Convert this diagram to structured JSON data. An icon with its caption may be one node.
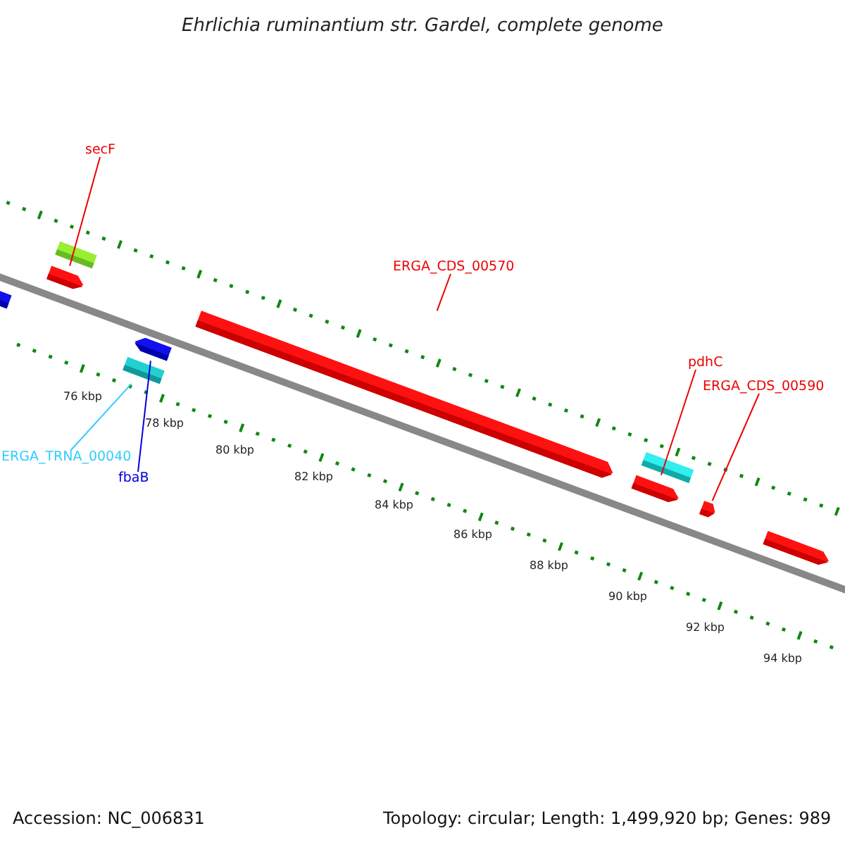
{
  "diagram": {
    "title": "Ehrlichia ruminantium str. Gardel, complete genome",
    "nodes": [
      {
        "text": [
          "secF"
        ]
      },
      {
        "text": [
          "ERGA_CDS_00570"
        ]
      },
      {
        "text": [
          "pdhC"
        ]
      },
      {
        "text": [
          "ERGA_CDS_00590"
        ]
      },
      {
        "text": [
          "ERGA_TRNA_00040"
        ]
      },
      {
        "text": [
          "fbaB"
        ]
      },
      {
        "text": [],
        "shape": "bar"
      },
      {
        "text": [],
        "shape": "bar"
      },
      {
        "text": [],
        "shape": "bar"
      },
      {
        "text": [],
        "shape": "bar"
      },
      {
        "text": [],
        "shape": "bar"
      },
      {
        "text": [],
        "shape": "bar"
      }
    ],
    "edges": [
      {
        "from": 0,
        "to": 6,
        "arrow": "none"
      },
      {
        "from": 1,
        "to": 9,
        "arrow": "none"
      },
      {
        "from": 2,
        "to": 10,
        "arrow": "none"
      },
      {
        "from": 3,
        "to": 11,
        "arrow": "none"
      },
      {
        "from": 4,
        "to": 7,
        "arrow": "none",
        "color": "#33ccff"
      },
      {
        "from": 5,
        "to": 8,
        "arrow": "none",
        "color": "#0000dd"
      }
    ],
    "labels": [
      "76 kbp",
      "78 kbp",
      "80 kbp",
      "82 kbp",
      "84 kbp",
      "86 kbp",
      "88 kbp",
      "90 kbp",
      "92 kbp",
      "94 kbp",
      "Accession: NC_006831",
      "Topology: circular; Length: 1,499,920 bp; Genes: 989"
    ]
  }
}
